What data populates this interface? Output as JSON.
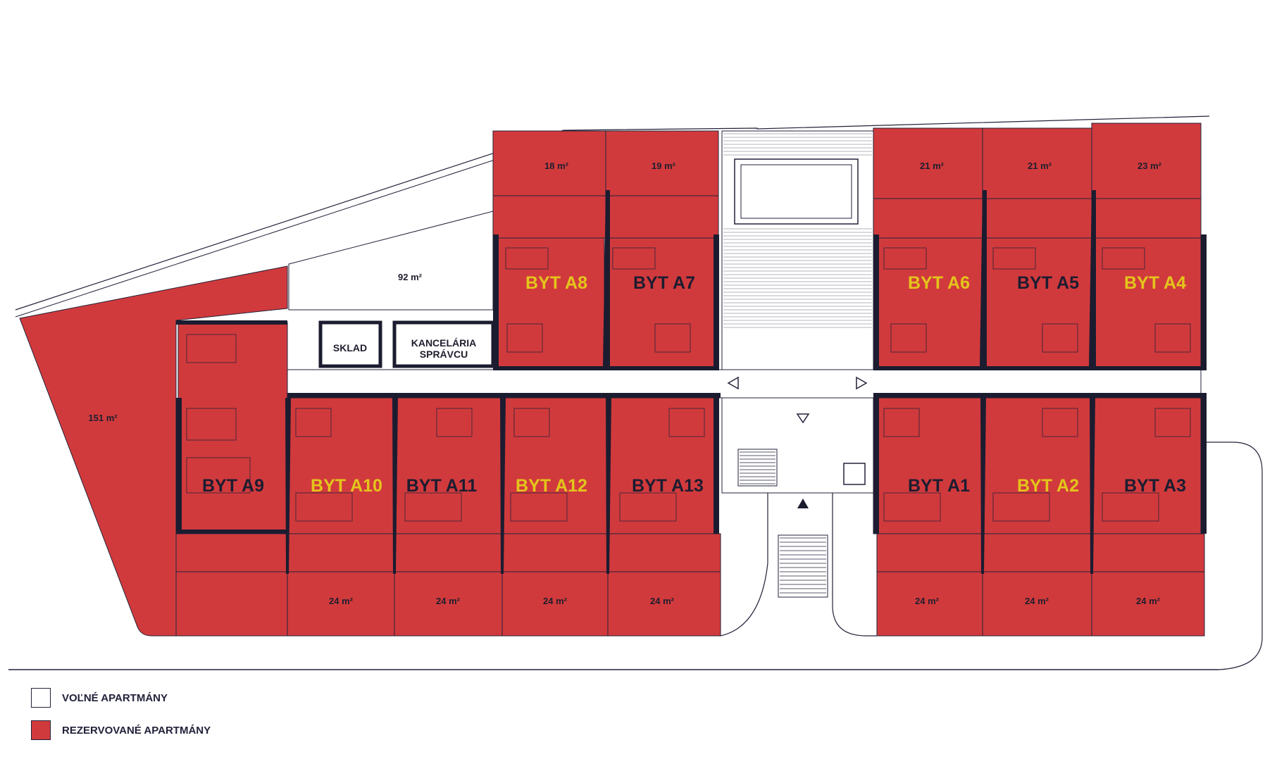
{
  "colors": {
    "reserved": "#d13a3c",
    "free": "#ffffff",
    "wall": "#1c1c30",
    "label_reserved": "#1c1c30",
    "label_free": "#e3c51c"
  },
  "apartments": [
    {
      "id": "a1",
      "label": "BYT A1",
      "status": "reserved"
    },
    {
      "id": "a2",
      "label": "BYT A2",
      "status": "free"
    },
    {
      "id": "a3",
      "label": "BYT A3",
      "status": "reserved"
    },
    {
      "id": "a4",
      "label": "BYT A4",
      "status": "free"
    },
    {
      "id": "a5",
      "label": "BYT A5",
      "status": "reserved"
    },
    {
      "id": "a6",
      "label": "BYT A6",
      "status": "free"
    },
    {
      "id": "a7",
      "label": "BYT A7",
      "status": "reserved"
    },
    {
      "id": "a8",
      "label": "BYT A8",
      "status": "free"
    },
    {
      "id": "a9",
      "label": "BYT A9",
      "status": "reserved"
    },
    {
      "id": "a10",
      "label": "BYT A10",
      "status": "free"
    },
    {
      "id": "a11",
      "label": "BYT A11",
      "status": "reserved"
    },
    {
      "id": "a12",
      "label": "BYT A12",
      "status": "free"
    },
    {
      "id": "a13",
      "label": "BYT A13",
      "status": "reserved"
    }
  ],
  "areas": {
    "a8_terrace": "18 m²",
    "a7_terrace": "19 m²",
    "a6_terrace": "21 m²",
    "a5_terrace": "21 m²",
    "a4_terrace": "23 m²",
    "courtyard": "92 m²",
    "garden": "151 m²",
    "a10_terrace": "24 m²",
    "a11_terrace": "24 m²",
    "a12_terrace": "24 m²",
    "a13_terrace": "24 m²",
    "a1_terrace": "24 m²",
    "a2_terrace": "24 m²",
    "a3_terrace": "24 m²"
  },
  "rooms": {
    "storage": "SKLAD",
    "office_line1": "KANCELÁRIA",
    "office_line2": "SPRÁVCU"
  },
  "legend": {
    "free_label": "VOĽNÉ APARTMÁNY",
    "reserved_label": "REZERVOVANÉ APARTMÁNY"
  }
}
